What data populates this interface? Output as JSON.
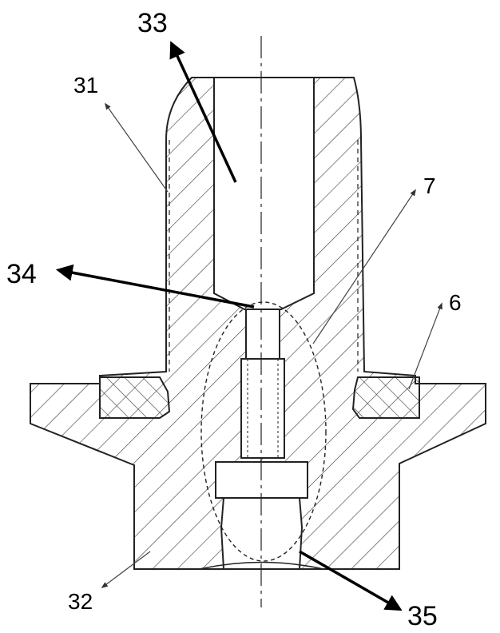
{
  "labels": {
    "l33": "33",
    "l31": "31",
    "l7": "7",
    "l34": "34",
    "l6": "6",
    "l32": "32",
    "l35": "35"
  },
  "colors": {
    "line": "#222222",
    "hatch": "#444444",
    "background": "#ffffff"
  }
}
